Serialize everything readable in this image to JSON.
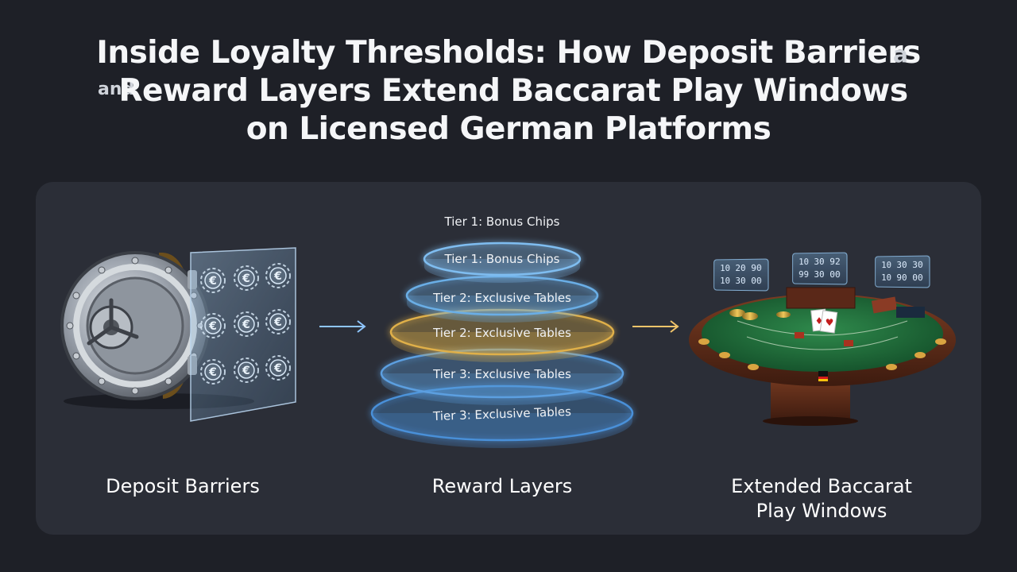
{
  "title": {
    "line1": "Inside Loyalty Thresholds: How Deposit Barriers",
    "line1_stray": "a",
    "line2_stray": "and",
    "line2": "Reward Layers Extend Baccarat Play Windows",
    "line3": "on Licensed German Platforms"
  },
  "columns": {
    "deposit": {
      "label": "Deposit Barriers",
      "icon": "vault-icon",
      "chip_symbol": "€"
    },
    "reward": {
      "label": "Reward Layers",
      "layers": [
        "Tier 1: Bonus Chips",
        "Tier 1: Bonus Chips",
        "Tier 2: Exclusive Tables",
        "Tier 2: Exclusive Tables",
        "Tier 3: Exclusive Tables",
        "Tier 3: Exclusive Tables"
      ]
    },
    "extended": {
      "label_line1": "Extended Baccarat",
      "label_line2": "Play Windows",
      "clocks": [
        {
          "top": "10 20 90",
          "bottom": "10 30 00"
        },
        {
          "top": "10 30 92",
          "bottom": "99 30 00"
        },
        {
          "top": "10 30 30",
          "bottom": "10 90 00"
        }
      ]
    }
  },
  "colors": {
    "background": "#1e2027",
    "panel": "#2b2e37",
    "tier_blue": "#4a90d9",
    "tier_gold": "#e0b04a",
    "felt": "#1f6b3a"
  }
}
